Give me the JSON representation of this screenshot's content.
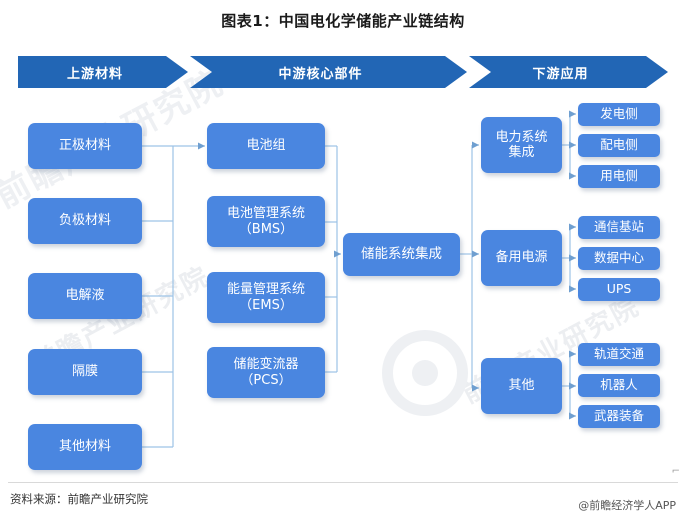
{
  "title": "图表1：中国电化学储能产业链结构",
  "colors": {
    "band": "#2266b5",
    "node": "#4a86e0",
    "wire": "#9dc3e6",
    "text": "#ffffff"
  },
  "band": {
    "stages": [
      {
        "label": "上游材料"
      },
      {
        "label": "中游核心部件"
      },
      {
        "label": "下游应用"
      }
    ]
  },
  "upstream": {
    "nodes": [
      {
        "line1": "正极材料",
        "line2": ""
      },
      {
        "line1": "负极材料",
        "line2": ""
      },
      {
        "line1": "电解液",
        "line2": ""
      },
      {
        "line1": "隔膜",
        "line2": ""
      },
      {
        "line1": "其他材料",
        "line2": ""
      }
    ]
  },
  "midstream": {
    "nodes": [
      {
        "line1": "电池组",
        "line2": ""
      },
      {
        "line1": "电池管理系统",
        "line2": "（BMS）"
      },
      {
        "line1": "能量管理系统",
        "line2": "（EMS）"
      },
      {
        "line1": "储能变流器",
        "line2": "（PCS）"
      }
    ],
    "integration": {
      "line1": "储能系统集成",
      "line2": ""
    }
  },
  "downstream": {
    "groups": [
      {
        "line1": "电力系统",
        "line2": "集成",
        "leaves": [
          "发电侧",
          "配电侧",
          "用电侧"
        ]
      },
      {
        "line1": "备用电源",
        "line2": "",
        "leaves": [
          "通信基站",
          "数据中心",
          "UPS"
        ]
      },
      {
        "line1": "其他",
        "line2": "",
        "leaves": [
          "轨道交通",
          "机器人",
          "武器装备"
        ]
      }
    ]
  },
  "footer": {
    "source": "资料来源：前瞻产业研究院",
    "app": "@前瞻经济学人APP",
    "caret": "⌐"
  },
  "watermark": {
    "text_a": "前瞻产业研究院",
    "text_b": "前瞻产业研究院",
    "text_c": "前瞻产业研究院"
  }
}
